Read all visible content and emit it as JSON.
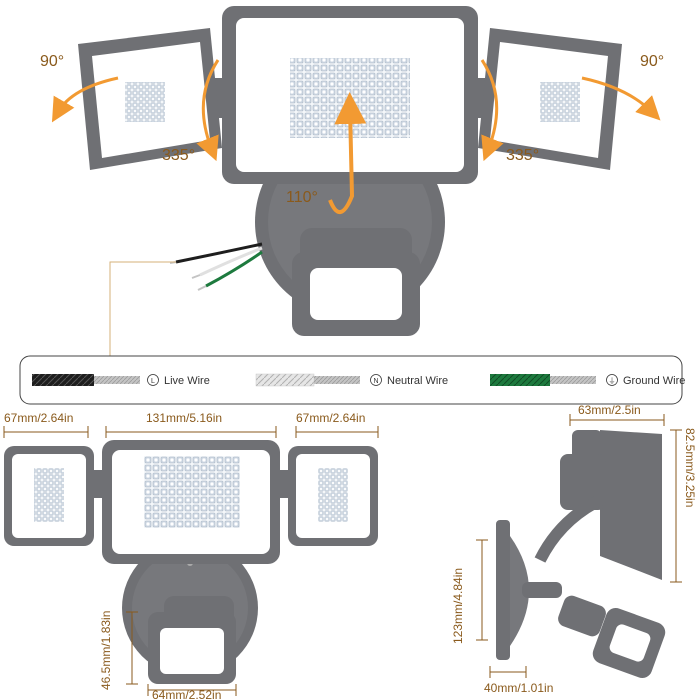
{
  "colors": {
    "housing": "#6f7074",
    "housing_dark": "#55565a",
    "lens": "#ffffff",
    "led": "#dfe8f2",
    "arrow": "#f29a32",
    "dimension": "#8a5a1c",
    "live_wire": "#1e1e1e",
    "neutral_wire": "#d9d9d9",
    "ground_wire": "#1d7a3e",
    "copper": "#b9b9b9"
  },
  "angles": {
    "left_tilt": "90°",
    "left_rotate": "335°",
    "center_tilt": "110°",
    "right_tilt": "90°",
    "right_rotate": "335°"
  },
  "wires": [
    {
      "icon": "L",
      "label": "Live Wire",
      "color": "#1e1e1e"
    },
    {
      "icon": "N",
      "label": "Neutral Wire",
      "color": "#d9d9d9"
    },
    {
      "icon": "⏚",
      "label": "Ground Wire",
      "color": "#1d7a3e"
    }
  ],
  "dimensions": {
    "left_head_width": "67mm/2.64in",
    "center_head_width": "131mm/5.16in",
    "right_head_width": "67mm/2.64in",
    "sensor_height": "46.5mm/1.83in",
    "sensor_width": "64mm/2.52in",
    "side_depth": "63mm/2.5in",
    "side_head_height": "82.5mm/3.25in",
    "mount_height": "123mm/4.84in",
    "mount_depth": "40mm/1.01in"
  }
}
